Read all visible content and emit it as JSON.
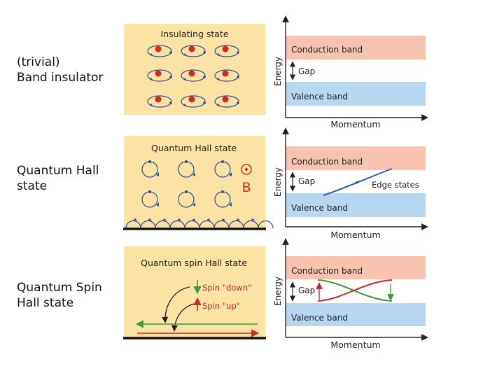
{
  "rows": [
    {
      "label_lines": [
        "(trivial)",
        "Band insulator"
      ],
      "panel_title": "Insulating state",
      "conduction": "Conduction band",
      "gap": "Gap",
      "valence": "Valence band",
      "energy": "Energy",
      "momentum": "Momentum"
    },
    {
      "label_lines": [
        "Quantum Hall",
        "state"
      ],
      "panel_title": "Quantum Hall state",
      "field_symbol": "B",
      "conduction": "Conduction band",
      "gap": "Gap",
      "edge": "Edge states",
      "valence": "Valence band",
      "energy": "Energy",
      "momentum": "Momentum"
    },
    {
      "label_lines": [
        "Quantum Spin",
        "Hall state"
      ],
      "panel_title": "Quantum spin Hall state",
      "spin_down": "Spin \"down\"",
      "spin_up": "Spin \"up\"",
      "conduction": "Conduction band",
      "gap": "Gap",
      "valence": "Valence band",
      "energy": "Energy",
      "momentum": "Momentum"
    }
  ],
  "colors": {
    "panel_bg": "#fbe3a4",
    "conduction_band": "#f9c3b0",
    "valence_band": "#b7d7f0",
    "electron": "#d42a1e",
    "orbit": "#2c4f9a",
    "spin_down": "#3b9a3b",
    "spin_up": "#c62828"
  }
}
